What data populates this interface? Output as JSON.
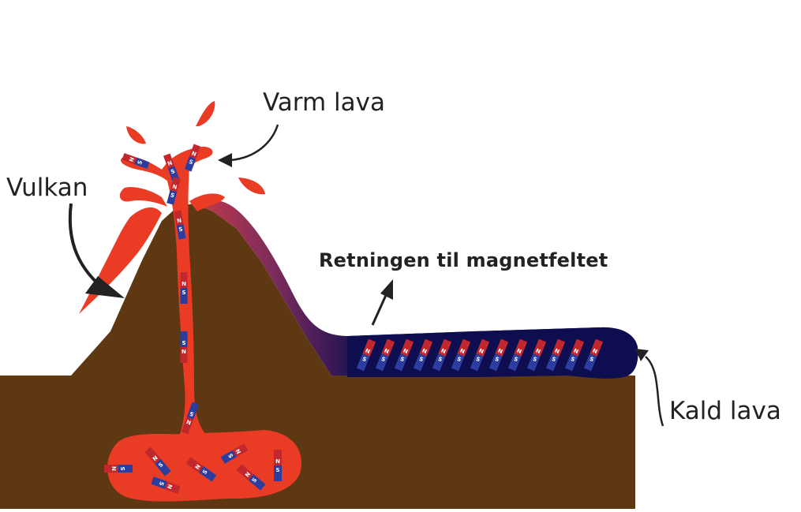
{
  "labels": {
    "volcano": "Vulkan",
    "hot_lava": "Varm lava",
    "cold_lava": "Kald lava",
    "field_direction": "Retningen til magnetfeltet"
  },
  "magnet": {
    "north": "N",
    "south": "S"
  },
  "colors": {
    "ground": "#5e3813",
    "hot_lava": "#ea3b24",
    "cold_lava": "#0d0d50",
    "cooling_lava": "#7a2b5c",
    "magnet_north": "#c0282e",
    "magnet_south": "#2b3ea0",
    "text": "#222222"
  }
}
